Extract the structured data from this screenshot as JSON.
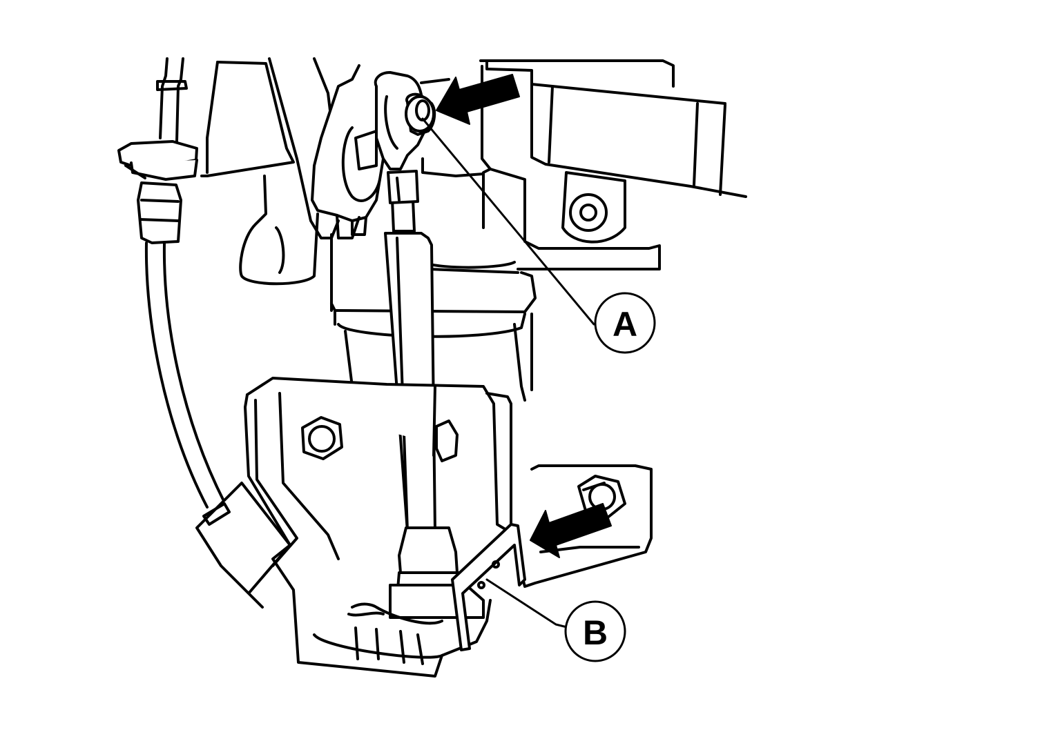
{
  "figure": {
    "background_color": "#ffffff",
    "line_color": "#000000",
    "callouts": [
      {
        "id": "a",
        "label": "A",
        "target": "height-sensor-upper-link-nut"
      },
      {
        "id": "b",
        "label": "B",
        "target": "height-sensor-lower-bracket"
      }
    ],
    "arrows": [
      {
        "id": "upper-arrow",
        "icon": "arrow-left-icon"
      },
      {
        "id": "lower-arrow",
        "icon": "arrow-left-icon"
      }
    ]
  }
}
